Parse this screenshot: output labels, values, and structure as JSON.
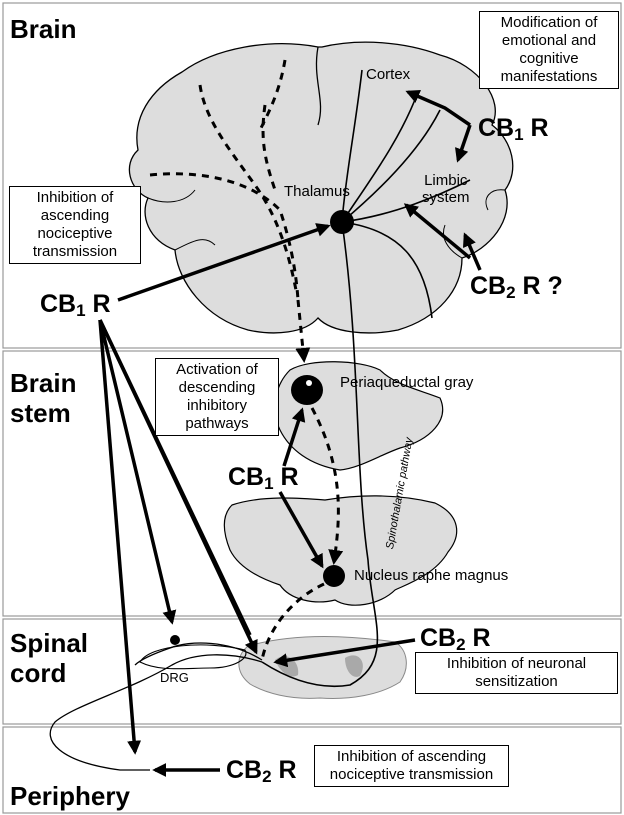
{
  "regions": [
    "Brain",
    "Brain\nstem",
    "Spinal\ncord",
    "Periphery"
  ],
  "structures": {
    "cortex": "Cortex",
    "thalamus": "Thalamus",
    "limbic_system": [
      "Limbic",
      "system"
    ],
    "periaqueductal_gray": "Periaqueductal gray",
    "nucleus_raphe_magnus": "Nucleus raphe magnus",
    "drg": "DRG",
    "spinothalamic_pathway": "Spinothalamic pathway"
  },
  "boxes": {
    "modification": [
      "Modification of",
      "emotional and",
      "cognitive",
      "manifestations"
    ],
    "inhibition_ascending_brain": [
      "Inhibition of",
      "ascending",
      "nociceptive",
      "transmission"
    ],
    "activation_descending": [
      "Activation of",
      "descending",
      "inhibitory",
      "pathways"
    ],
    "inhibition_neuronal": [
      "Inhibition of neuronal",
      "sensitization"
    ],
    "inhibition_ascending_periphery": [
      "Inhibition of ascending",
      "nociceptive transmission"
    ]
  },
  "receptors": {
    "cb1_cortex": {
      "base": "CB",
      "sub": "1",
      "suffix": " R"
    },
    "cb2_limbic": {
      "base": "CB",
      "sub": "2",
      "suffix": " R ?"
    },
    "cb1_main": {
      "base": "CB",
      "sub": "1",
      "suffix": " R"
    },
    "cb1_stem": {
      "base": "CB",
      "sub": "1",
      "suffix": " R"
    },
    "cb2_spinal": {
      "base": "CB",
      "sub": "2",
      "suffix": " R"
    },
    "cb2_periphery": {
      "base": "CB",
      "sub": "2",
      "suffix": " R"
    }
  }
}
